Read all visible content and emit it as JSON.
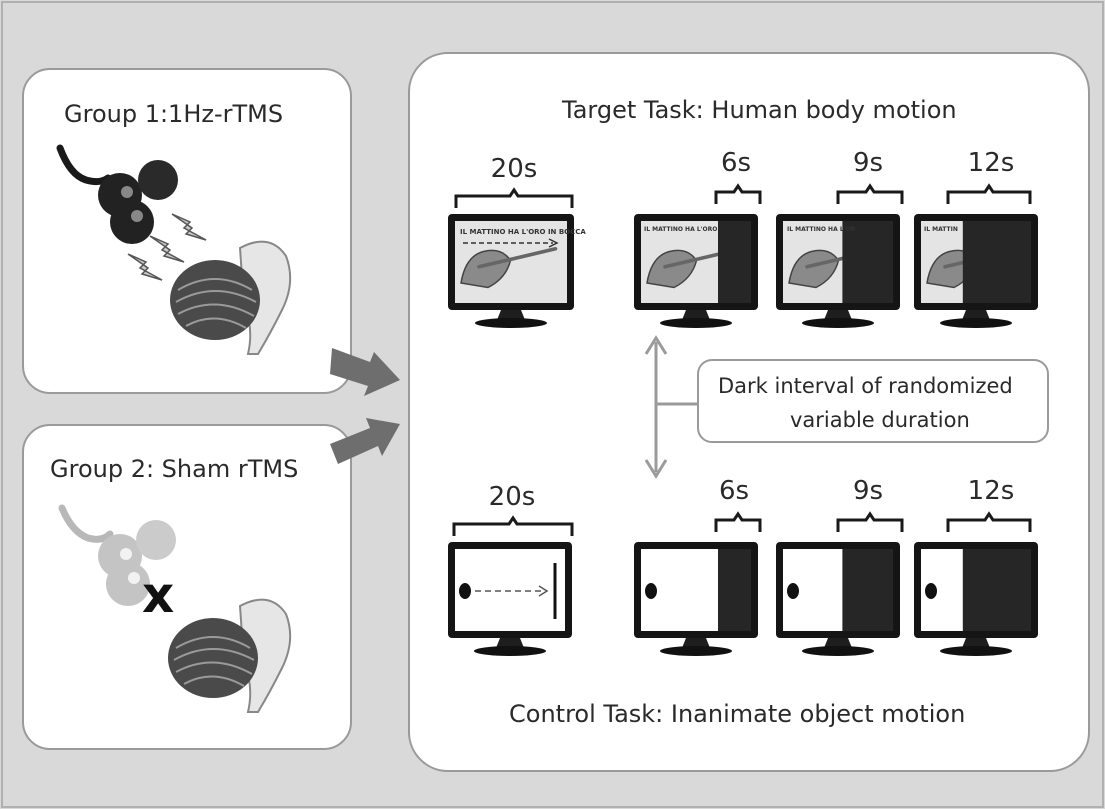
{
  "groups": {
    "group1_label": "Group 1:1Hz-rTMS",
    "group2_label": "Group 2: Sham rTMS"
  },
  "tasks": {
    "target_title": "Target Task: Human body motion",
    "control_title": "Control Task: Inanimate object motion"
  },
  "durations": {
    "full": "20s",
    "d6": "6s",
    "d9": "9s",
    "d12": "12s"
  },
  "annotation": {
    "line1": "Dark interval of randomized",
    "line2": "variable duration"
  },
  "screen_text": {
    "full_caption": "IL MATTINO HA L'ORO IN BOCCA",
    "short_caption_1": "IL MATTINO HA L'ORO",
    "short_caption_2": "IL MATTINO HA L'OR",
    "short_caption_3": "IL MATTIN"
  },
  "symbols": {
    "sham_cross": "x"
  },
  "colors": {
    "background": "#d9d9d9",
    "panel": "#ffffff",
    "panel_border": "#9a9a9a",
    "monitor_frame": "#151515",
    "dark_interval": "#262626",
    "arrow": "#6e6e6e"
  },
  "icons": {
    "tms_coil": "tms-coil-icon",
    "brain": "brain-icon",
    "pulse": "lightning-icon",
    "monitor": "monitor-icon"
  }
}
